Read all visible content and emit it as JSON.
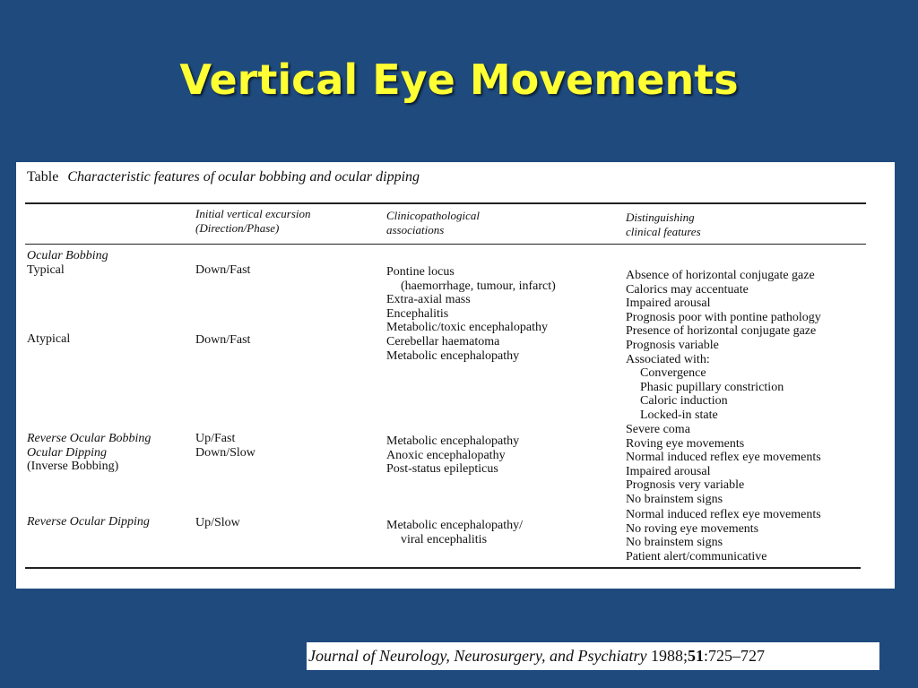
{
  "slide": {
    "title": "Vertical Eye Movements"
  },
  "table": {
    "caption_label": "Table",
    "caption_text": "Characteristic features of ocular bobbing and ocular dipping",
    "headers": [
      [
        "Initial vertical excursion",
        "(Direction/Phase)"
      ],
      [
        "Clinicopathological",
        "associations"
      ],
      [
        "Distinguishing",
        "clinical features"
      ]
    ],
    "col_row_names": {
      "ocular_bobbing": "Ocular Bobbing",
      "typical": "Typical",
      "atypical": "Atypical",
      "reverse_ocular_bobbing": "Reverse Ocular Bobbing",
      "ocular_dipping": "Ocular Dipping",
      "inverse_bobbing": "(Inverse Bobbing)",
      "reverse_ocular_dipping": "Reverse Ocular Dipping"
    },
    "col_direction": {
      "typical": "Down/Fast",
      "atypical": "Down/Fast",
      "reverse_bobbing": "Up/Fast",
      "dipping": "Down/Slow",
      "reverse_dipping": "Up/Slow"
    },
    "col_associations": {
      "bobbing": [
        "Pontine locus",
        "(haemorrhage, tumour, infarct)",
        "Extra-axial mass",
        "Encephalitis",
        "Metabolic/toxic encephalopathy",
        "Cerebellar haematoma",
        "Metabolic encephalopathy"
      ],
      "dipping": [
        "Metabolic encephalopathy",
        "Anoxic encephalopathy",
        "Post-status epilepticus"
      ],
      "reverse_dipping": [
        "Metabolic encephalopathy/",
        "viral encephalitis"
      ]
    },
    "col_features": {
      "bobbing": [
        "Absence of horizontal conjugate gaze",
        "Calorics may accentuate",
        "Impaired arousal",
        "Prognosis poor with pontine pathology",
        "Presence of horizontal conjugate gaze",
        "Prognosis variable",
        "Associated with:",
        "Convergence",
        "Phasic pupillary constriction",
        "Caloric induction",
        "Locked-in state"
      ],
      "dipping": [
        "Severe coma",
        "Roving eye movements",
        "Normal induced reflex eye movements",
        "Impaired arousal",
        "Prognosis very variable",
        "No brainstem signs"
      ],
      "reverse_dipping": [
        "Normal induced reflex eye movements",
        "No roving eye movements",
        "No brainstem signs",
        "Patient alert/communicative"
      ]
    }
  },
  "citation": {
    "journal": "Journal of Neurology, Neurosurgery, and Psychiatry",
    "year": "1988;",
    "volume": "51",
    "pages": ":725–727"
  }
}
